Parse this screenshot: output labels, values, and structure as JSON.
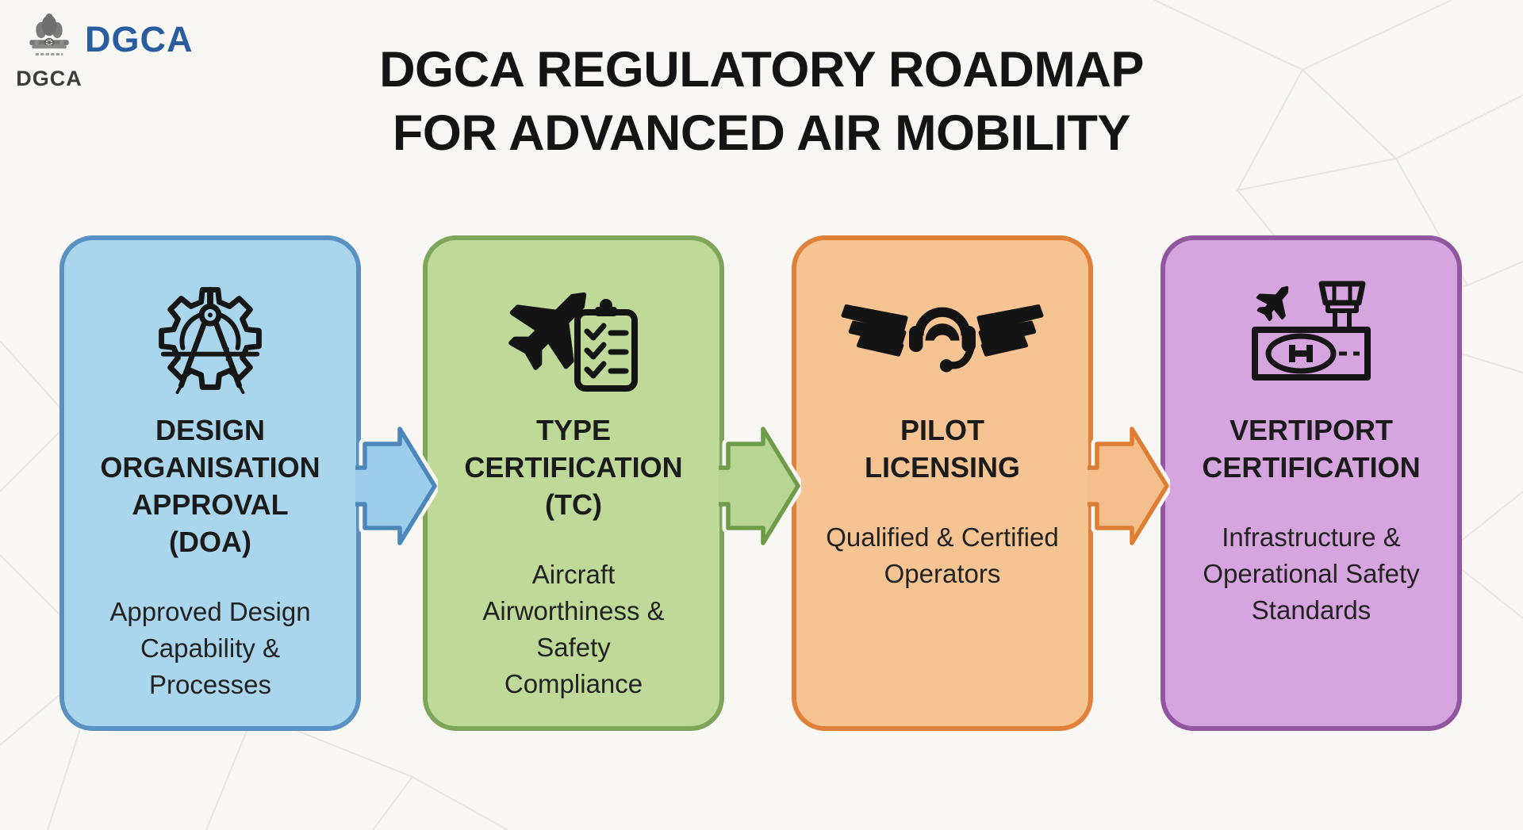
{
  "logo": {
    "emblem_icon": "ashoka-emblem-icon",
    "brand": "DGCA",
    "wordmark": "DGCA",
    "wordmark_color": "#2a5d9f"
  },
  "title": {
    "line1": "DGCA REGULATORY ROADMAP",
    "line2": "FOR ADVANCED AIR MOBILITY"
  },
  "cards": [
    {
      "icon": "gear-compass-icon",
      "title": "DESIGN\nORGANISATION\nAPPROVAL\n(DOA)",
      "subtitle": "Approved Design\nCapability &\nProcesses",
      "fill": "#a9d6ec",
      "border": "#5a91c3"
    },
    {
      "icon": "aircraft-checklist-icon",
      "title": "TYPE\nCERTIFICATION\n(TC)",
      "subtitle": "Aircraft\nAirworthiness &\nSafety\nCompliance",
      "fill": "#bed998",
      "border": "#7da65a"
    },
    {
      "icon": "pilot-wings-headset-icon",
      "title": "PILOT\nLICENSING",
      "subtitle": "Qualified & Certified\nOperators",
      "fill": "#f6c493",
      "border": "#e0813a"
    },
    {
      "icon": "vertiport-helipad-tower-icon",
      "title": "VERTIPORT\nCERTIFICATION",
      "subtitle": "Infrastructure &\nOperational Safety\nStandards",
      "fill": "#d6a5df",
      "border": "#92559f"
    }
  ],
  "arrows": [
    {
      "fill": "#9ccdeb",
      "stroke": "#4c86ba"
    },
    {
      "fill": "#b8d594",
      "stroke": "#6e9d4a"
    },
    {
      "fill": "#f4bf8c",
      "stroke": "#dd7e33"
    }
  ],
  "background": {
    "color": "#f8f7f4",
    "mesh_line_color": "#e8e5e1"
  }
}
